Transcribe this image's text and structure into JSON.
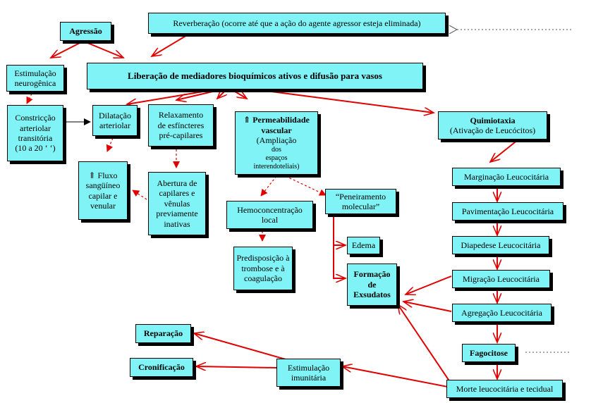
{
  "colors": {
    "box_fill": "#7ff3f5",
    "arrow": "#e00000",
    "dashed_arrow": "#e00000",
    "black_arrow": "#000000"
  },
  "nodes": {
    "agressao": "Agressão",
    "reverberacao": "Reverberação (ocorre até que a ação do agente agressor esteja eliminada)",
    "estimulacao_neurogenica": "Estimulação\nneurogênica",
    "liberacao": "Liberação de mediadores bioquímicos ativos e difusão para vasos",
    "constriccao": "Constricção\narteriolar\ntransitória\n(10 a 20 ‘ ‘)",
    "dilatacao": "Dilatação\narteriolar",
    "relaxamento": "Relaxamento\nde esfíncteres\npré-capilares",
    "permeabilidade_title": "⇑ Permeabilidade\nvascular",
    "permeabilidade_sub1": "(Ampliação",
    "permeabilidade_sub2": "dos\nespaços\ninterendoteliais)",
    "quimiotaxia_title": "Quimiotaxia",
    "quimiotaxia_sub": "(Ativação de Leucócitos)",
    "fluxo": "⇑ Fluxo\nsangüíneo\ncapilar e\nvenular",
    "abertura": "Abertura de\ncapilares e\nvênulas\npreviamente\ninativas",
    "hemoconcentracao": "Hemoconcentração\nlocal",
    "peneiramento": "“Peneiramento\nmolecular”",
    "edema": "Edema",
    "predisposicao": "Predisposição à\ntrombose e à\ncoagulação",
    "exsudatos": "Formação\nde\nExsudatos",
    "marginacao": "Marginação Leucocitária",
    "pavimentacao": "Pavimentação Leucocitária",
    "diapedese": "Diapedese Leucocitária",
    "migracao": "Migração Leucocitária",
    "agregacao": "Agregação Leucocitária",
    "fagocitose": "Fagocitose",
    "morte": "Morte leucocitária e tecidual",
    "estimulacao_imunitaria": "Estimulação\nimunitária",
    "reparacao": "Reparação",
    "cronificacao": "Cronificação"
  }
}
